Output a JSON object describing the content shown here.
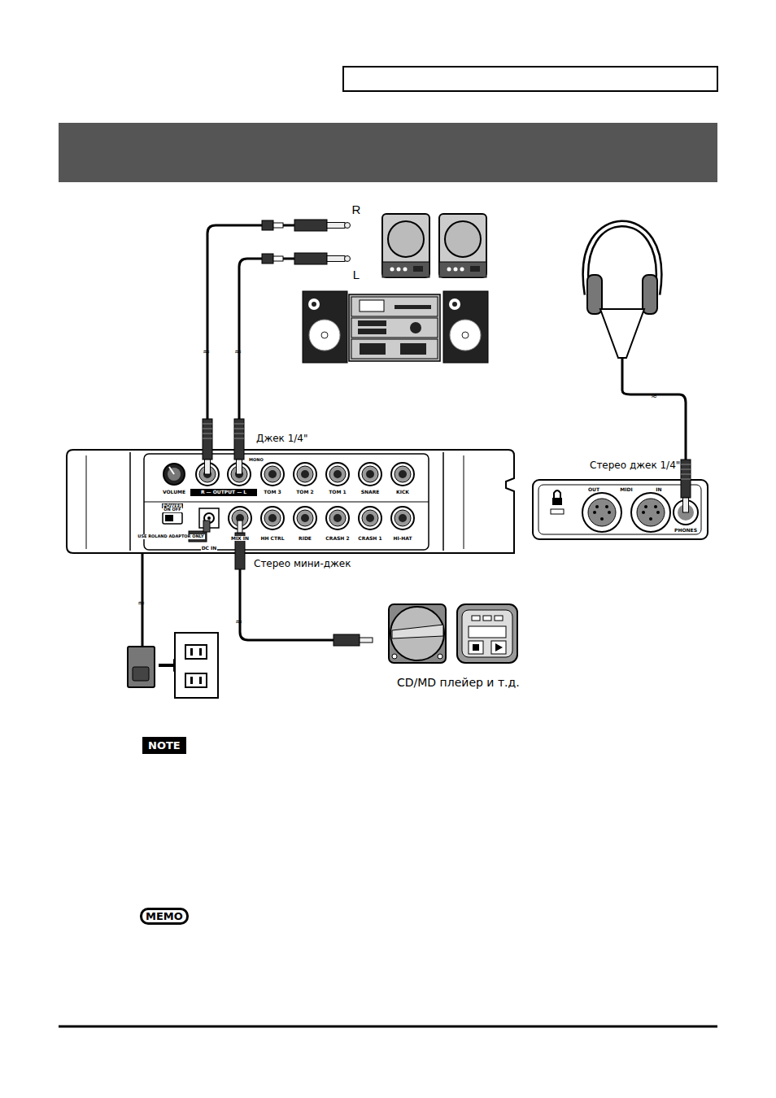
{
  "diagram": {
    "nodes": [
      {
        "text": [
          "NOTE"
        ]
      },
      {
        "text": [
          "MEMO"
        ]
      }
    ],
    "labels": [
      "R",
      "L",
      "Джек 1/4\"",
      "MONO",
      "VOLUME",
      "R — OUTPUT — L",
      "TOM 3",
      "TOM 2",
      "TOM 1",
      "SNARE",
      "KICK",
      "POWER",
      "ON  OFF",
      "USE ROLAND ADAPTOR ONLY",
      "DC IN",
      "MIX IN",
      "HH CTRL",
      "RIDE",
      "CRASH 2",
      "CRASH 1",
      "HI-HAT",
      "Стерео джек 1/4\"",
      "OUT",
      "MIDI",
      "IN",
      "PHONES",
      "Стерео мини-джек",
      "CD/MD плейер и т.д."
    ]
  }
}
